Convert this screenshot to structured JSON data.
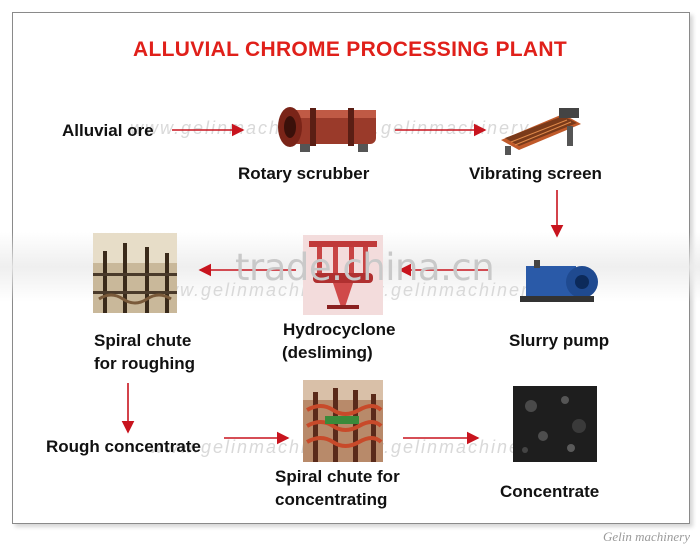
{
  "title": "ALLUVIAL CHROME PROCESSING PLANT",
  "nodes": {
    "alluvial_ore": "Alluvial ore",
    "rotary_scrubber": "Rotary scrubber",
    "vibrating_screen": "Vibrating screen",
    "slurry_pump": "Slurry pump",
    "hydrocyclone_1": "Hydrocyclone",
    "hydrocyclone_2": "(desliming)",
    "spiral_roughing_1": "Spiral chute",
    "spiral_roughing_2": "for roughing",
    "rough_concentrate": "Rough concentrate",
    "spiral_concentrating_1": "Spiral chute for",
    "spiral_concentrating_2": "concentrating",
    "concentrate": "Concentrate"
  },
  "watermarks": {
    "trade": "trade.china.cn",
    "site": "www.gelinmachinery"
  },
  "footer": "Gelin machinery",
  "colors": {
    "title": "#e0201a",
    "arrow": "#c8141e"
  }
}
